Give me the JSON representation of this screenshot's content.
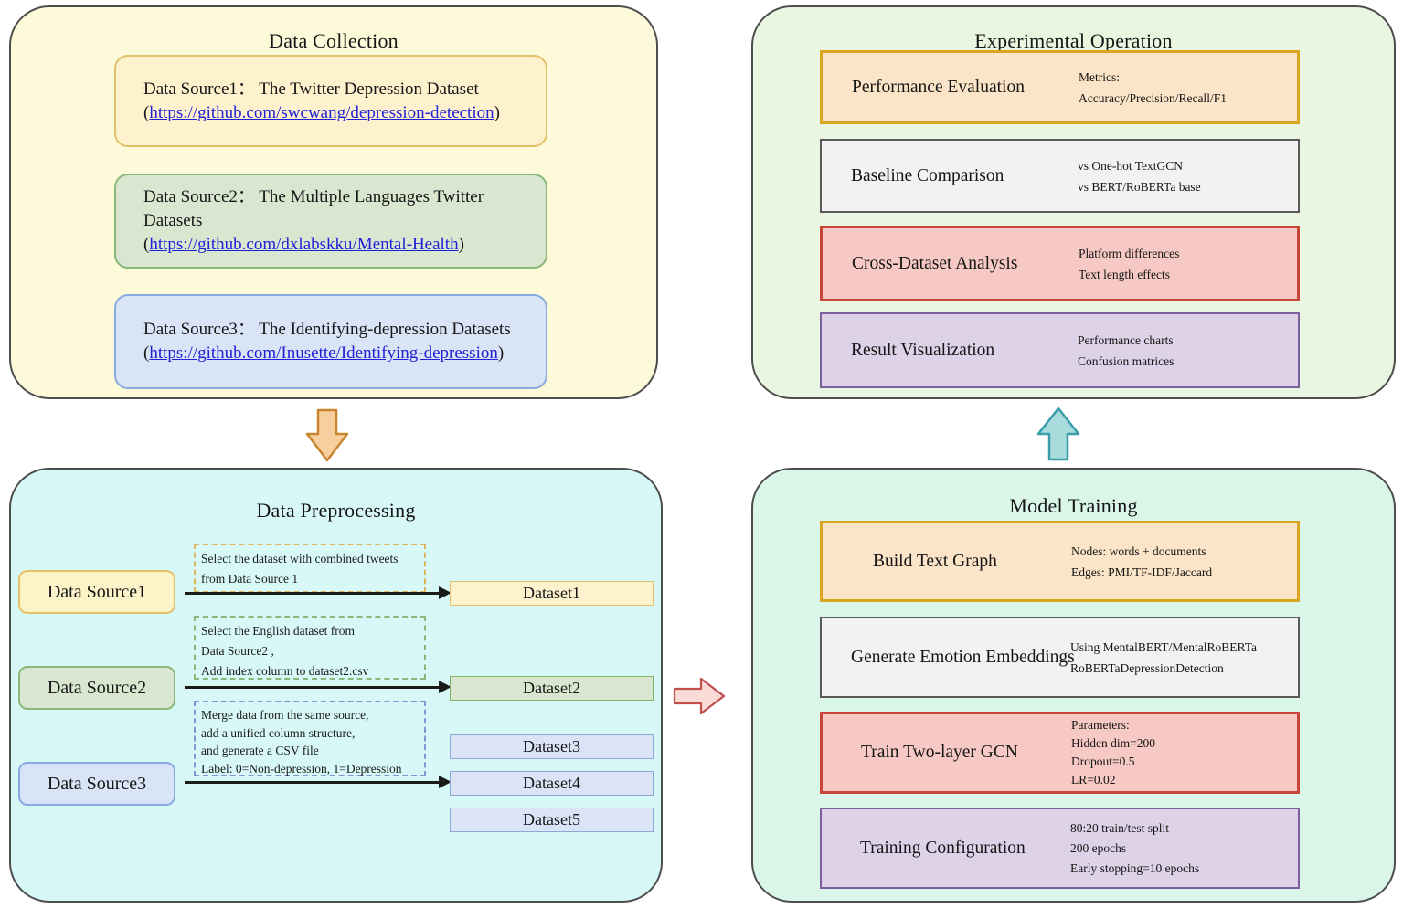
{
  "chrome": {
    "paren_open": "(",
    "paren_close": ")"
  },
  "colors": {
    "panel_data_collection_bg": "#fcfad8",
    "panel_experimental_bg": "#eaf7e0",
    "panel_preprocessing_bg": "#d7f8f7",
    "panel_training_bg": "#d9f6e9",
    "orange_fill": "#fbe4c7",
    "orange_border": "#d9a520",
    "gray_fill": "#f2f2f2",
    "gray_border": "#595959",
    "red_fill": "#f6c9c4",
    "red_border": "#c8453a",
    "purple_fill": "#ded2e8",
    "purple_border": "#7d5fa0",
    "yellow_fill": "#fdf2cd",
    "yellow_border": "#e3c169",
    "green_fill": "#d9e7d1",
    "green_border": "#8ab87a",
    "blue_fill": "#d9e4f7",
    "blue_border": "#89a9e0",
    "link_blue": "#1f1fd6",
    "arrow_down_fill": "#f7cf9f",
    "arrow_down_stroke": "#c9842e",
    "arrow_right_fill": "#f9dbd7",
    "arrow_right_stroke": "#c0504d",
    "arrow_up_fill": "#aadcdd",
    "arrow_up_stroke": "#3a9daa"
  },
  "data_collection": {
    "title": "Data Collection",
    "sources": [
      {
        "line": "Data Source1：  The Twitter Depression Dataset",
        "url": "https://github.com/swcwang/depression-detection"
      },
      {
        "line": "Data Source2：  The Multiple Languages Twitter Datasets",
        "url": "https://github.com/dxlabskku/Mental-Health"
      },
      {
        "line": "Data Source3：  The Identifying-depression Datasets",
        "url": "https://github.com/Inusette/Identifying-depression"
      }
    ]
  },
  "experimental_operation": {
    "title": "Experimental Operation",
    "items": [
      {
        "label": "Performance Evaluation",
        "line1": "Metrics:",
        "line2": "Accuracy/Precision/Recall/F1"
      },
      {
        "label": "Baseline Comparison",
        "line1": "vs One-hot TextGCN",
        "line2": "vs BERT/RoBERTa base"
      },
      {
        "label": "Cross-Dataset Analysis",
        "line1": "Platform differences",
        "line2": "Text length effects"
      },
      {
        "label": "Result Visualization",
        "line1": "Performance charts",
        "line2": "Confusion matrices"
      }
    ]
  },
  "data_preprocessing": {
    "title": "Data Preprocessing",
    "sources": [
      {
        "label": "Data Source1"
      },
      {
        "label": "Data Source2"
      },
      {
        "label": "Data Source3"
      }
    ],
    "notes": [
      {
        "line1": "Select the dataset with combined tweets",
        "line2": "from Data Source 1"
      },
      {
        "line1": "Select the English dataset from",
        "line2": "Data Source2 ,",
        "line3": "Add index column to dataset2.csv"
      },
      {
        "line1": "Merge data from the same source,",
        "line2": "add a unified column structure,",
        "line3": "and generate a CSV file",
        "line4": "Label: 0=Non-depression, 1=Depression"
      }
    ],
    "datasets": [
      {
        "label": "Dataset1"
      },
      {
        "label": "Dataset2"
      },
      {
        "label": "Dataset3"
      },
      {
        "label": "Dataset4"
      },
      {
        "label": "Dataset5"
      }
    ]
  },
  "model_training": {
    "title": "Model Training",
    "items": [
      {
        "label": "Build Text Graph",
        "line1": "Nodes: words + documents",
        "line2": "Edges: PMI/TF-IDF/Jaccard"
      },
      {
        "label": "Generate Emotion Embeddings",
        "line1": "Using MentalBERT/MentalRoBERTa",
        "line2": "RoBERTaDepressionDetection"
      },
      {
        "label": "Train Two-layer GCN",
        "line1": "Parameters:",
        "line2": "Hidden dim=200",
        "line3": "Dropout=0.5",
        "line4": "LR=0.02"
      },
      {
        "label": "Training Configuration",
        "line1": "80:20 train/test split",
        "line2": "200 epochs",
        "line3": "Early stopping=10 epochs"
      }
    ]
  }
}
